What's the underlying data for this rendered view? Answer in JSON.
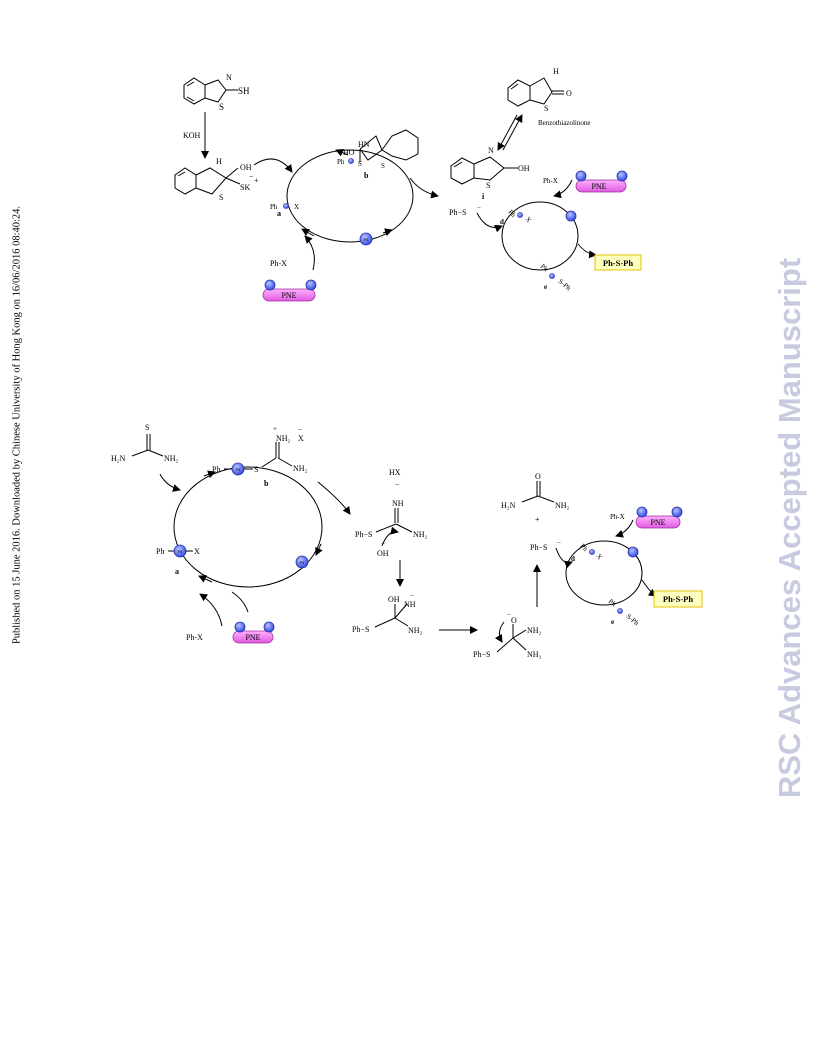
{
  "sidebar_left": {
    "published_note": "Published on 15 June 2016. Downloaded by Chinese University of Hong Kong on 16/06/2016 08:40:24."
  },
  "watermark": {
    "text": "RSC Advances Accepted Manuscript",
    "color": "#c8cbe0"
  },
  "colors": {
    "pd_ball": "#4a5ff0",
    "pne_pill": "#f07ff0",
    "product_box": "#ffffc0",
    "product_border": "#e8c000"
  },
  "scheme1": {
    "reagent_sh": "SH",
    "reagent_n": "N",
    "reagent_s": "S",
    "koh": "KOH",
    "int_h": "H",
    "int_n": "N",
    "int_oh": "OH",
    "int_sk": "SK",
    "int_plus": "+",
    "int_minus": "−",
    "int_s": "S",
    "benz_h": "H",
    "benz_n": "N",
    "benz_o": "O",
    "benz_s": "S",
    "benz_name": "Benzothiazolinone",
    "b_hn": "HN",
    "b_ho": "HO",
    "b_phs": "Ph",
    "b_s": "S",
    "b_s2": "S",
    "label_b": "b",
    "a_ph": "Ph",
    "a_x": "X",
    "label_a": "a",
    "left_phx": "Ph-X",
    "pne": "PNE",
    "pd": "Pd",
    "oh_n": "N",
    "oh_oh": "OH",
    "oh_s": "S",
    "oh_i": "i",
    "r_phx": "Ph-X",
    "r_pne": "PNE",
    "r_phs": "Ph−S",
    "r_minus": "−",
    "r_ph": "Ph",
    "r_x": "X",
    "r_d": "d",
    "r_e": "e",
    "r_phsph_small": "Ph",
    "r_sph": "S-Ph",
    "product": "Ph-S-Ph"
  },
  "scheme2": {
    "thio_s": "S",
    "thio_h2n": "H₂N",
    "thio_nh2": "NH₂",
    "b_plus": "+",
    "b_nh2": "NH₂",
    "b_x": "X",
    "b_minus": "−",
    "b_ph": "Ph",
    "b_s": "S",
    "b_nh2b": "NH₂",
    "label_b": "b",
    "hx": "HX",
    "hx_minus": "−",
    "c_nh": "NH",
    "c_phs": "Ph−S",
    "c_nh2": "NH₂",
    "c_oh": "OH",
    "c_minus": "−",
    "d_oh": "OH",
    "d_nh": "NH",
    "d_minus": "−",
    "d_phs": "Ph−S",
    "d_nh2": "NH₂",
    "e_o": "O",
    "e_minus": "−",
    "e_nh2": "NH₂",
    "e_phs": "Ph−S",
    "e_nh3": "NH₃",
    "a_ph": "Ph",
    "a_x": "X",
    "label_a": "a",
    "left_phx": "Ph-X",
    "pne": "PNE",
    "pd": "Pd",
    "urea_o": "O",
    "urea_h2n": "H₂N",
    "urea_nh2": "NH₂",
    "urea_plus": "+",
    "r_phx": "Ph-X",
    "r_pne": "PNE",
    "r_phs": "Ph−S",
    "r_minus": "−",
    "r_ph": "Ph",
    "r_x": "X",
    "r_d": "d",
    "r_e": "e",
    "r_phsph_small": "Ph",
    "r_sph": "S-Ph",
    "product": "Ph-S-Ph"
  }
}
